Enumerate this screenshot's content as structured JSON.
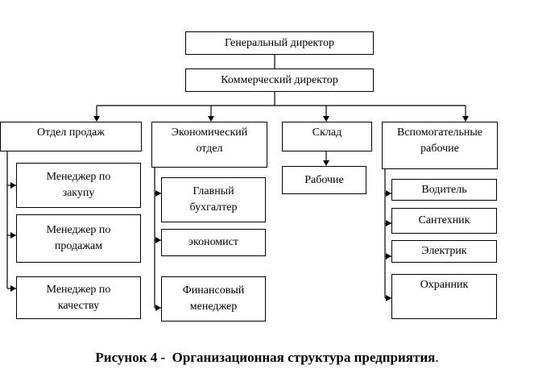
{
  "diagram": {
    "general_director": "Генеральный директор",
    "commercial_director": "Коммерческий директор",
    "departments": [
      {
        "label": "Отдел продаж",
        "children": [
          "Менеджер по\nзакупу",
          "Менеджер по\nпродажам",
          "Менеджер   по\nкачеству"
        ]
      },
      {
        "label": "Экономический\nотдел",
        "children": [
          "Главный\nбухгалтер",
          "экономист",
          "Финансовый\nменеджер"
        ]
      },
      {
        "label": "Склад",
        "children": [
          "Рабочие"
        ]
      },
      {
        "label": "Вспомогательные\nрабочие",
        "children": [
          "Водитель",
          "Сантехник",
          "Электрик",
          "Охранник"
        ]
      }
    ]
  },
  "caption": {
    "prefix": "Рисунок 4 -  Организационная структура предприятия",
    "suffix": "."
  }
}
